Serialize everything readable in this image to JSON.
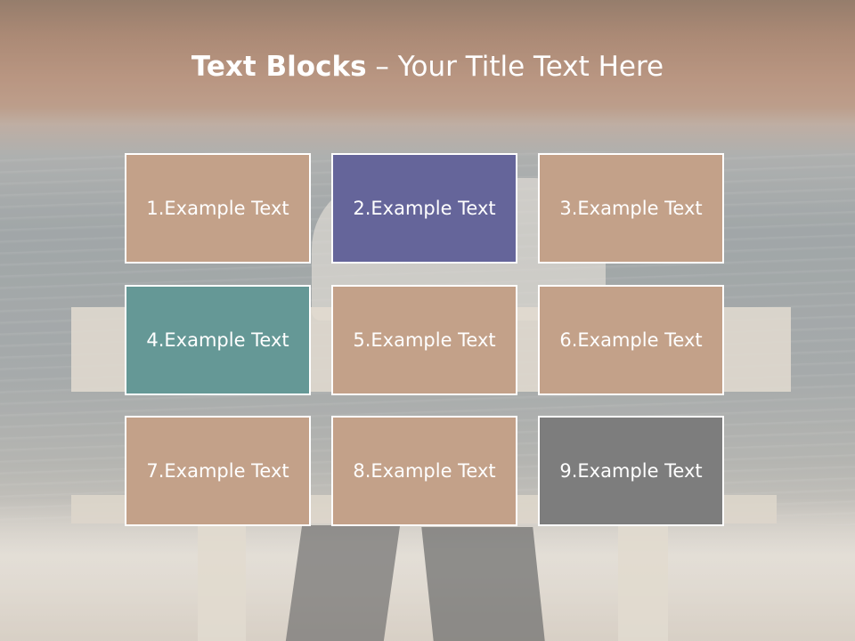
{
  "title": {
    "bold": "Text Blocks",
    "separator": " – ",
    "light": "Your Title Text Here"
  },
  "blocks": [
    {
      "label": "1.Example Text",
      "color": "#c3a189"
    },
    {
      "label": "2.Example Text",
      "color": "#65659a"
    },
    {
      "label": "3.Example Text",
      "color": "#c3a189"
    },
    {
      "label": "4.Example Text",
      "color": "#659896"
    },
    {
      "label": "5.Example Text",
      "color": "#c3a189"
    },
    {
      "label": "6.Example Text",
      "color": "#c3a189"
    },
    {
      "label": "7.Example Text",
      "color": "#c3a189"
    },
    {
      "label": "8.Example Text",
      "color": "#c3a189"
    },
    {
      "label": "9.Example Text",
      "color": "#7d7d7d"
    }
  ],
  "colors": {
    "title_band": "#ad816a",
    "block_border": "#ffffff",
    "text": "#ffffff"
  }
}
